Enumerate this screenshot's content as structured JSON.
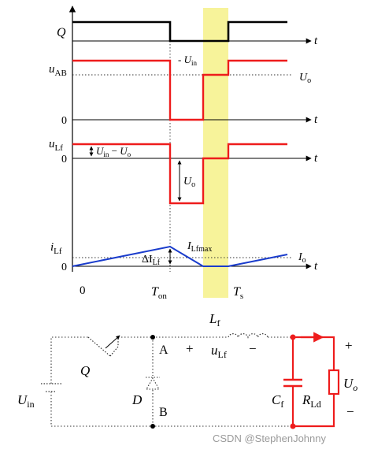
{
  "colors": {
    "highlight": "#f7f39a",
    "wave_red": "#ee1c1c",
    "wave_blue": "#1a3ccc",
    "axis": "#000000",
    "circuit_red": "#ee1c1c",
    "circuit_dotted": "#333333"
  },
  "waveform": {
    "q": {
      "label": "Q",
      "t_label": "t"
    },
    "uab": {
      "label_main": "u",
      "label_sub": "AB",
      "uin_label": "U",
      "uin_sub": "in",
      "uo_label": "U",
      "uo_sub": "o",
      "zero": "0",
      "t_label": "t"
    },
    "ulf": {
      "label_main": "u",
      "label_sub": "Lf",
      "diff_label_a": "U",
      "diff_sub_a": "in",
      "diff_minus": "−",
      "diff_label_b": "U",
      "diff_sub_b": "o",
      "uo_label": "U",
      "uo_sub": "o",
      "zero": "0",
      "t_label": "t"
    },
    "ilf": {
      "label_main": "i",
      "label_sub": "Lf",
      "ilfmax_label": "I",
      "ilfmax_sub": "Lfmax",
      "delta_label": "ΔI",
      "delta_sub": "Lf",
      "io_label": "I",
      "io_sub": "o",
      "zero": "0",
      "t_label": "t"
    },
    "time_axis": {
      "origin": "0",
      "ton_main": "T",
      "ton_sub": "on",
      "ts_main": "T",
      "ts_sub": "s"
    }
  },
  "circuit": {
    "inductor_label": "L",
    "inductor_sub": "f",
    "node_a": "A",
    "node_b": "B",
    "plus": "+",
    "minus": "−",
    "ulf_main": "u",
    "ulf_sub": "Lf",
    "switch_label": "Q",
    "diode_label": "D",
    "source_main": "U",
    "source_sub": "in",
    "cap_main": "C",
    "cap_sub": "f",
    "load_main": "R",
    "load_sub": "Ld",
    "out_main": "U",
    "out_sub": "o",
    "out_plus": "+",
    "out_minus": "−"
  },
  "watermark": "CSDN @StephenJohnny"
}
